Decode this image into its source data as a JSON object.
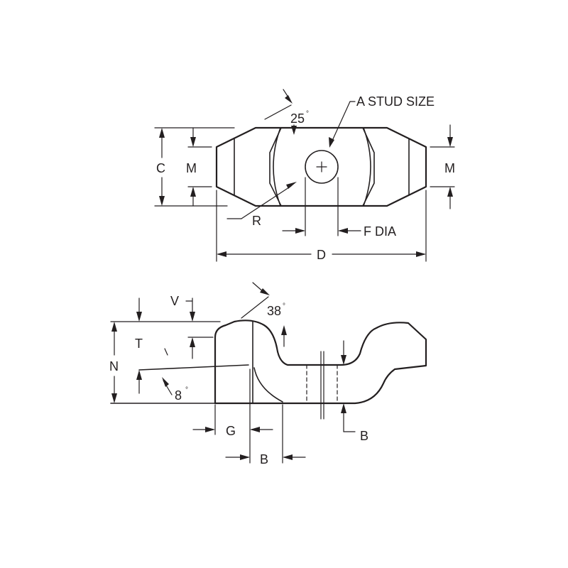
{
  "labels": {
    "top_angle": "25",
    "stud_size": "A STUD SIZE",
    "c": "C",
    "m_left": "M",
    "m_right": "M",
    "r": "R",
    "f_dia": "F DIA",
    "d": "D",
    "v": "V",
    "side_angle": "38",
    "t": "T",
    "n": "N",
    "small_angle": "8",
    "g": "G",
    "b_bottom": "B",
    "b_right": "B"
  },
  "degree_symbol": "°"
}
